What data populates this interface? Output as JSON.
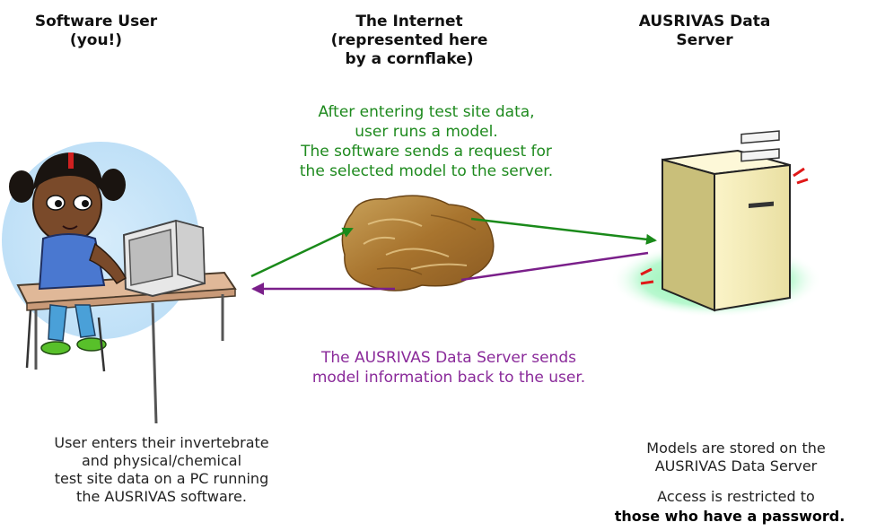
{
  "headings": {
    "user": "Software User\n(you!)",
    "internet": "The Internet\n(represented here\nby a cornflake)",
    "server": "AUSRIVAS Data\nServer"
  },
  "request_caption": "After entering test site data,\nuser runs a model.\nThe software sends a request for\nthe selected model to the server.",
  "response_caption": "The AUSRIVAS Data Server sends\nmodel information back to the user.",
  "user_caption": "User enters their invertebrate\nand physical/chemical\ntest site data on a PC running\nthe AUSRIVAS software.",
  "server_caption": {
    "storage": "Models are stored on the\nAUSRIVAS Data Server",
    "access": "Access is restricted to",
    "access_bold": "those who have a password."
  },
  "colors": {
    "request_arrow": "#1a8a1a",
    "response_arrow": "#7a1f8a"
  }
}
